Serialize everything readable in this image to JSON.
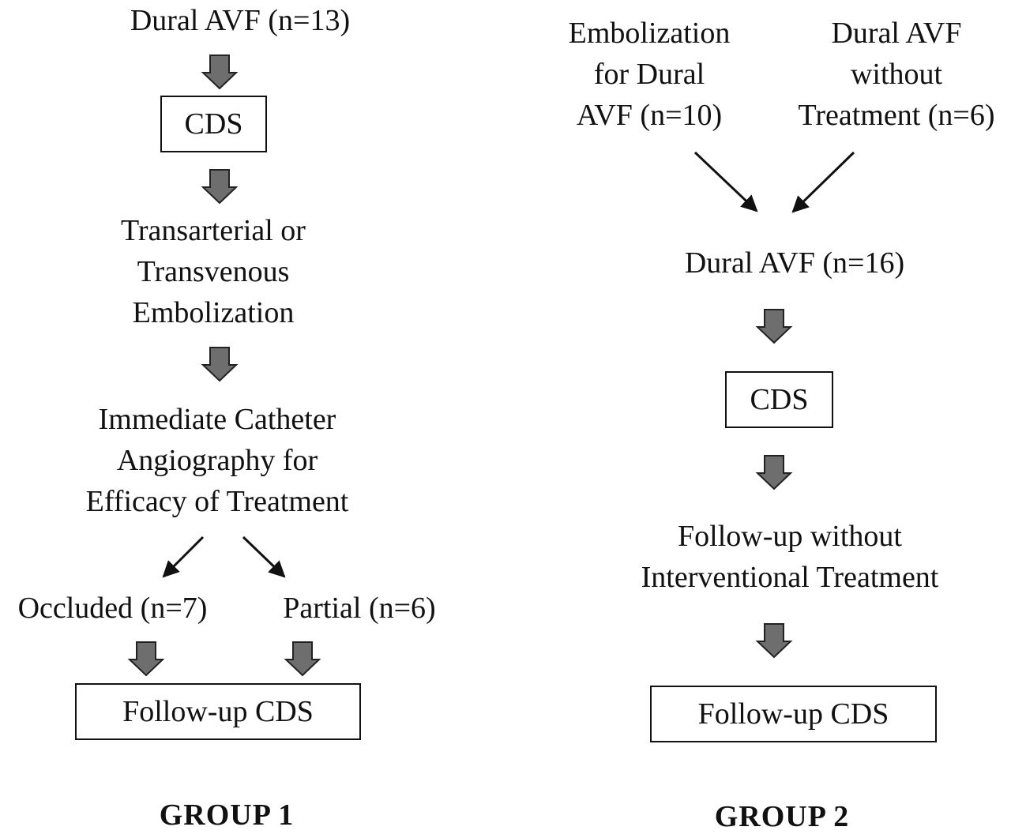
{
  "group1": {
    "start": "Dural AVF (n=13)",
    "cds": "CDS",
    "embolization": [
      "Transarterial or",
      "Transvenous",
      "Embolization"
    ],
    "angiography": [
      "Immediate Catheter",
      "Angiography for",
      "Efficacy of Treatment"
    ],
    "occluded": "Occluded (n=7)",
    "partial": "Partial (n=6)",
    "followup": "Follow-up CDS",
    "label": "GROUP 1"
  },
  "group2": {
    "source_a": [
      "Embolization",
      "for Dural",
      "AVF (n=10)"
    ],
    "source_b": [
      "Dural AVF",
      "without",
      "Treatment (n=6)"
    ],
    "merged": "Dural AVF (n=16)",
    "cds": "CDS",
    "followup_no_treatment": [
      "Follow-up without",
      "Interventional Treatment"
    ],
    "followup": "Follow-up CDS",
    "label": "GROUP 2"
  },
  "colors": {
    "block_arrow_fill": "#6e6e6e",
    "line": "#111111"
  }
}
